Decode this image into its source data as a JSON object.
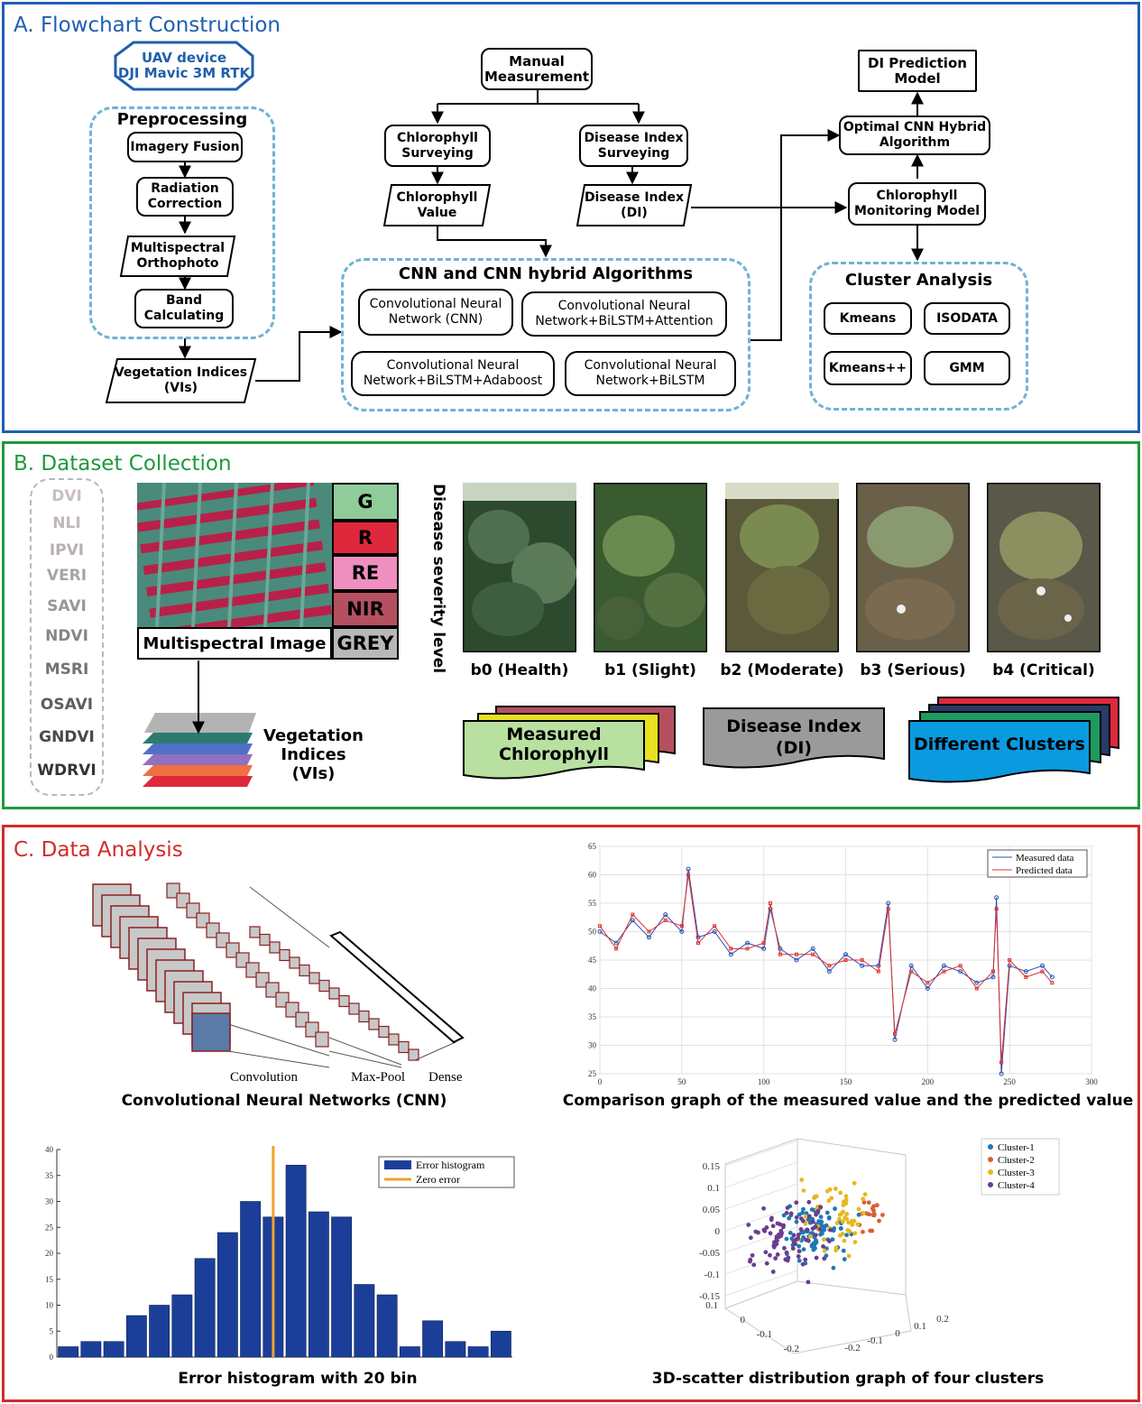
{
  "colors": {
    "panelA": "#1f5fae",
    "panelB": "#1e9a3c",
    "panelC": "#d22b2b",
    "dash": "#6fb3d3",
    "uav": "#1f5fae",
    "bar": "#1b3f99",
    "zero": "#f0a030",
    "measured": "#2a4fb0",
    "predicted": "#e03030"
  },
  "panelA": {
    "title": "A.  Flowchart Construction",
    "uav": "UAV device\nDJI Mavic 3M RTK",
    "preprocessing": "Preprocessing",
    "imagery_fusion": "Imagery Fusion",
    "radiation_correction": "Radiation\nCorrection",
    "multispectral_orthophoto": "Multispectral\nOrthophoto",
    "band_calculating": "Band\nCalculating",
    "vegetation_indices": "Vegetation Indices\n(VIs)",
    "manual_measurement": "Manual\nMeasurement",
    "chlorophyll_surveying": "Chlorophyll\nSurveying",
    "disease_index_surveying": "Disease Index\nSurveying",
    "chlorophyll_value": "Chlorophyll\nValue",
    "disease_index_di": "Disease Index\n(DI)",
    "cnn_group": "CNN and CNN hybrid Algorithms",
    "cnn": "Convolutional Neural\nNetwork (CNN)",
    "cnn_bilstm_attention": "Convolutional Neural\nNetwork+BiLSTM+Attention",
    "cnn_bilstm_adaboost": "Convolutional Neural\nNetwork+BiLSTM+Adaboost",
    "cnn_bilstm": "Convolutional Neural\nNetwork+BiLSTM",
    "di_prediction": "DI Prediction\nModel",
    "optimal_cnn": "Optimal CNN Hybrid\nAlgorithm",
    "chlorophyll_monitoring": "Chlorophyll\nMonitoring Model",
    "cluster_analysis": "Cluster Analysis",
    "kmeans": "Kmeans",
    "isodata": "ISODATA",
    "kmeanspp": "Kmeans++",
    "gmm": "GMM"
  },
  "panelB": {
    "title": "B.  Dataset Collection",
    "vis": [
      "DVI",
      "NLI",
      "IPVI",
      "VERI",
      "SAVI",
      "NDVI",
      "MSRI",
      "OSAVI",
      "GNDVI",
      "WDRVI"
    ],
    "vi_colors": [
      "#c9bfbf",
      "#c1b8b8",
      "#b8afaf",
      "#aaa3a3",
      "#9c9595",
      "#8a8585",
      "#757272",
      "#5e5c5c",
      "#4a4848",
      "#363535"
    ],
    "bands": [
      {
        "label": "G",
        "color": "#8fcc99"
      },
      {
        "label": "R",
        "color": "#e0283c"
      },
      {
        "label": "RE",
        "color": "#ef8fc0"
      },
      {
        "label": "NIR",
        "color": "#b55060"
      },
      {
        "label": "GREY",
        "color": "#b8b8b8"
      }
    ],
    "multispectral_image": "Multispectral Image",
    "vegetation_indices": "Vegetation\nIndices (VIs)",
    "disease_severity": "Disease severity level",
    "levels": [
      "b0 (Health)",
      "b1 (Slight)",
      "b2 (Moderate)",
      "b3 (Serious)",
      "b4 (Critical)"
    ],
    "measured_chlorophyll": "Measured\nChlorophyll",
    "disease_index": "Disease Index\n(DI)",
    "different_clusters": "Different Clusters"
  },
  "panelC": {
    "title": "C.  Data Analysis",
    "cnn_labels": {
      "convolution": "Convolution",
      "maxpool": "Max-Pool",
      "dense": "Dense"
    },
    "cnn_caption": "Convolutional Neural Networks  (CNN)",
    "line_caption": "Comparison graph of the measured value and the predicted value",
    "hist_caption": "Error histogram with 20 bin",
    "scatter_caption": "3D-scatter distribution graph of four clusters"
  },
  "chart_data": [
    {
      "type": "line",
      "x_range": [
        0,
        300
      ],
      "ylim": [
        25,
        65
      ],
      "xticks": [
        0,
        50,
        100,
        150,
        200,
        250,
        300
      ],
      "yticks": [
        25,
        30,
        35,
        40,
        45,
        50,
        55,
        60,
        65
      ],
      "grid": true,
      "legend_position": "top-right",
      "series": [
        {
          "name": "Measured data",
          "points_x": [
            0,
            10,
            20,
            30,
            40,
            50,
            54,
            60,
            70,
            80,
            90,
            100,
            104,
            110,
            120,
            130,
            140,
            150,
            160,
            170,
            176,
            180,
            190,
            200,
            210,
            220,
            230,
            240,
            242,
            245,
            250,
            260,
            270,
            276
          ],
          "points_y": [
            50,
            48,
            52,
            49,
            53,
            50,
            61,
            49,
            50,
            46,
            48,
            47,
            54,
            47,
            45,
            47,
            43,
            46,
            44,
            44,
            55,
            31,
            44,
            40,
            44,
            43,
            41,
            42,
            56,
            25,
            44,
            43,
            44,
            42
          ]
        },
        {
          "name": "Predicted data",
          "points_x": [
            0,
            10,
            20,
            30,
            40,
            50,
            54,
            60,
            70,
            80,
            90,
            100,
            104,
            110,
            120,
            130,
            140,
            150,
            160,
            170,
            176,
            180,
            190,
            200,
            210,
            220,
            230,
            240,
            242,
            245,
            250,
            260,
            270,
            276
          ],
          "points_y": [
            51,
            47,
            53,
            50,
            52,
            51,
            60,
            48,
            51,
            47,
            47,
            48,
            55,
            46,
            46,
            46,
            44,
            45,
            45,
            43,
            54,
            32,
            43,
            41,
            43,
            44,
            40,
            43,
            54,
            27,
            45,
            42,
            43,
            41
          ]
        }
      ]
    },
    {
      "type": "bar",
      "ylim": [
        0,
        40
      ],
      "yticks": [
        0,
        5,
        10,
        15,
        20,
        25,
        30,
        35,
        40
      ],
      "values": [
        2,
        3,
        3,
        8,
        10,
        12,
        19,
        24,
        30,
        27,
        37,
        28,
        27,
        14,
        12,
        2,
        7,
        3,
        2,
        5
      ],
      "zero_error_bin": 9.5,
      "legend_position": "top-right",
      "series": [
        {
          "name": "Error histogram"
        },
        {
          "name": "Zero error"
        }
      ]
    },
    {
      "type": "scatter",
      "zticks": [
        "0.15",
        "0.1",
        "0.05",
        "0",
        "-0.05",
        "-0.1",
        "-0.15"
      ],
      "xticks": [
        "0.1",
        "0",
        "-0.1",
        "-0.2"
      ],
      "yticks": [
        "0.2",
        "0.1",
        "0",
        "-0.1",
        "-0.2"
      ],
      "legend_position": "top-right",
      "series": [
        {
          "name": "Cluster-1",
          "color": "#1f77b4"
        },
        {
          "name": "Cluster-2",
          "color": "#d95f30"
        },
        {
          "name": "Cluster-3",
          "color": "#e8b820"
        },
        {
          "name": "Cluster-4",
          "color": "#6a3d8f"
        }
      ]
    }
  ]
}
